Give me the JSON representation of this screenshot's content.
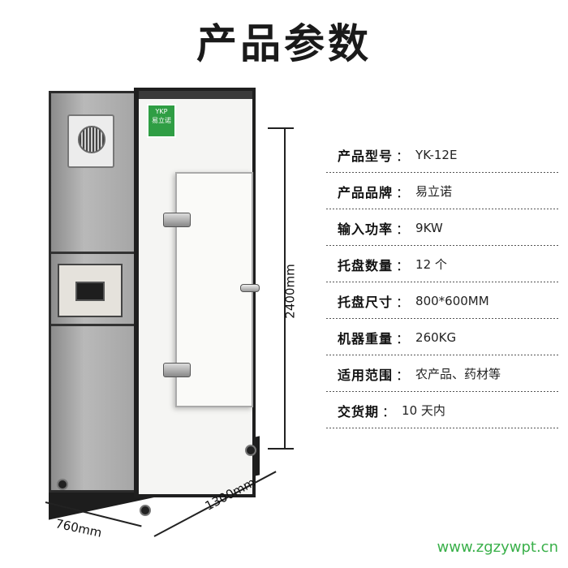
{
  "title": "产品参数",
  "brand_logo": {
    "text_top": "YKP",
    "text_mid": "易立诺"
  },
  "dimensions": {
    "height": "2400mm",
    "depth": "760mm",
    "width": "1300mm"
  },
  "specs": [
    {
      "key": "产品型号",
      "value": "YK-12E"
    },
    {
      "key": "产品品牌",
      "value": "易立诺"
    },
    {
      "key": "输入功率",
      "value": "9KW"
    },
    {
      "key": "托盘数量",
      "value": "12 个"
    },
    {
      "key": "托盘尺寸",
      "value": "800*600MM"
    },
    {
      "key": "机器重量",
      "value": "260KG"
    },
    {
      "key": "适用范围",
      "value": "农产品、药材等"
    },
    {
      "key": "交货期",
      "value": "10 天内"
    }
  ],
  "separator": "：",
  "watermark": "www.zgzywpt.cn"
}
